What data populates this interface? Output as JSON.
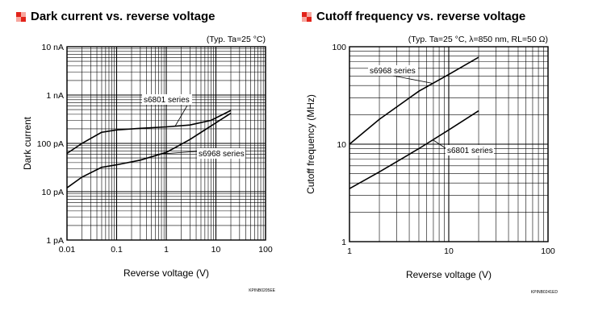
{
  "chart_data": [
    {
      "type": "line",
      "title": "Dark current vs. reverse voltage",
      "condition": "(Typ. Ta=25 °C)",
      "xlabel": "Reverse voltage (V)",
      "ylabel": "Dark current",
      "x_scale": "log",
      "y_scale": "log",
      "xlim": [
        0.01,
        100
      ],
      "ylim": [
        "1 pA",
        "10 nA"
      ],
      "x_ticks": [
        "0.01",
        "0.1",
        "1",
        "10",
        "100"
      ],
      "y_ticks": [
        "1 pA",
        "10 pA",
        "100 pA",
        "1 nA",
        "10 nA"
      ],
      "grid": true,
      "code": "KPINB0205EE",
      "accent_color": "#e2231a",
      "series": [
        {
          "name": "s6801 series",
          "x": [
            0.01,
            0.02,
            0.05,
            0.1,
            0.3,
            1,
            3,
            8,
            20
          ],
          "y_pA": [
            62,
            100,
            170,
            190,
            205,
            220,
            240,
            300,
            480
          ]
        },
        {
          "name": "s6968 series",
          "x": [
            0.01,
            0.02,
            0.05,
            0.1,
            0.3,
            1,
            3,
            8,
            20
          ],
          "y_pA": [
            12,
            20,
            32,
            36,
            45,
            65,
            120,
            230,
            420
          ]
        }
      ]
    },
    {
      "type": "line",
      "title": "Cutoff frequency vs. reverse voltage",
      "condition": "(Typ. Ta=25 °C, λ=850 nm, RL=50 Ω)",
      "xlabel": "Reverse voltage (V)",
      "ylabel": "Cutoff frequency (MHz)",
      "x_scale": "log",
      "y_scale": "log",
      "xlim": [
        1,
        100
      ],
      "ylim": [
        1,
        100
      ],
      "x_ticks": [
        "1",
        "10",
        "100"
      ],
      "y_ticks": [
        "1",
        "10",
        "100"
      ],
      "grid": true,
      "code": "KPINB0241ED",
      "accent_color": "#e2231a",
      "series": [
        {
          "name": "s6968 series",
          "x": [
            1,
            2,
            5,
            10,
            20
          ],
          "y": [
            10,
            18,
            35,
            52,
            78
          ]
        },
        {
          "name": "s6801 series",
          "x": [
            1,
            2,
            5,
            10,
            20
          ],
          "y": [
            3.5,
            5.2,
            9,
            14,
            22
          ]
        }
      ]
    }
  ]
}
